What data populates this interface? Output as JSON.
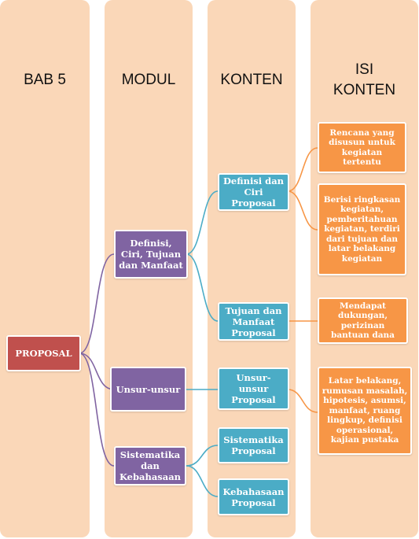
{
  "columns": {
    "bab": "BAB 5",
    "modul": "MODUL",
    "konten": "KONTEN",
    "isi_line1": "ISI",
    "isi_line2": "KONTEN"
  },
  "nodes": {
    "root": "PROPOSAL",
    "modul_1": "Definisi, Ciri, Tujuan dan Manfaat",
    "modul_2": "Unsur-unsur",
    "modul_3": "Sistematika dan Kebahasaan",
    "konten_1": "Definisi dan Ciri Proposal",
    "konten_2": "Tujuan dan Manfaat Proposal",
    "konten_3": "Unsur-unsur Proposal",
    "konten_4": "Sistematika Proposal",
    "konten_5": "Kebahasaan Proposal",
    "isi_1": "Rencana yang disusun untuk kegiatan tertentu",
    "isi_2": "Berisi ringkasan kegiatan, pemberitahuan kegiatan, terdiri dari tujuan dan latar belakang kegiatan",
    "isi_3": "Mendapat dukungan, perizinan bantuan dana",
    "isi_4": "Latar belakang, rumusan masalah, hipotesis, asumsi, manfaat, ruang lingkup, definisi operasional, kajian pustaka"
  },
  "colors": {
    "column_bg": "#fad7b8",
    "root": "#c0504d",
    "modul": "#8064a2",
    "konten": "#4bacc6",
    "isi": "#f79646"
  }
}
